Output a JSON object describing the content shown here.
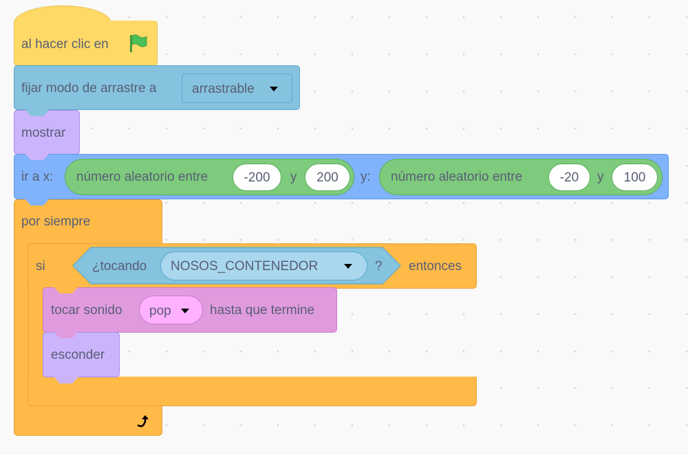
{
  "hat": {
    "label": "al hacer clic en",
    "icon": "green-flag-icon"
  },
  "drag_mode": {
    "label": "fijar modo de arrastre a",
    "value": "arrastrable"
  },
  "show": {
    "label": "mostrar"
  },
  "goto": {
    "label": "ir a x:",
    "y_label": "y:",
    "random_x": {
      "label": "número aleatorio entre",
      "from": "-200",
      "and": "y",
      "to": "200"
    },
    "random_y": {
      "label": "número aleatorio entre",
      "from": "-20",
      "and": "y",
      "to": "100"
    }
  },
  "forever": {
    "label": "por siempre",
    "icon": "loop-arrow-icon"
  },
  "if": {
    "label": "si",
    "then": "entonces",
    "touching": {
      "label": "¿tocando",
      "value": "NOSOS_CONTENEDOR",
      "q": "?"
    }
  },
  "play_sound": {
    "label": "tocar sonido",
    "value": "pop",
    "suffix": "hasta que termine"
  },
  "hide": {
    "label": "esconder"
  },
  "colors": {
    "events": "#FFD966",
    "sensing": "#85C3DF",
    "looks": "#CBB4FC",
    "motion": "#80B3FB",
    "operators": "#7ECB7D",
    "control": "#FFBA48",
    "sound": "#E09BDF"
  }
}
